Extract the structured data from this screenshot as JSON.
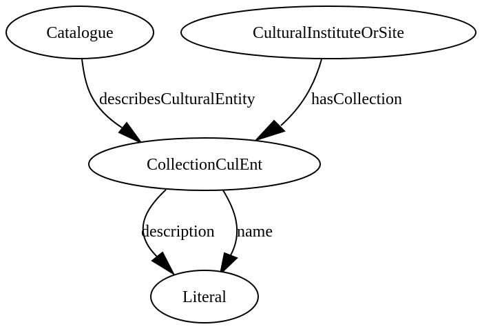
{
  "diagram": {
    "nodes": {
      "catalogue": "Catalogue",
      "cultural_institute_or_site": "CulturalInstituteOrSite",
      "collection_cul_ent": "CollectionCulEnt",
      "literal": "Literal"
    },
    "edges": {
      "describes_cultural_entity": "describesCulturalEntity",
      "has_collection": "hasCollection",
      "description": "description",
      "name": "name"
    }
  }
}
